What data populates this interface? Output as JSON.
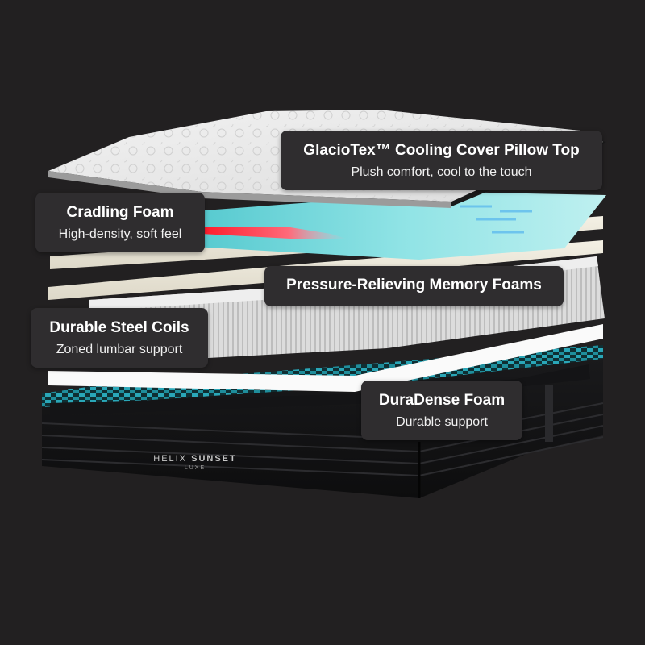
{
  "callouts": [
    {
      "title": "GlacioTex™ Cooling Cover Pillow Top",
      "subtitle": "Plush comfort, cool to the touch"
    },
    {
      "title": "Cradling Foam",
      "subtitle": "High-density, soft feel"
    },
    {
      "title": "Pressure-Relieving Memory Foams"
    },
    {
      "title": "Durable Steel Coils",
      "subtitle": "Zoned lumbar support"
    },
    {
      "title": "DuraDense Foam",
      "subtitle": "Durable support"
    }
  ],
  "brand": {
    "name_light": "HELIX",
    "name_bold": "SUNSET",
    "line": "LUXE"
  },
  "colors": {
    "background": "#222021",
    "callout_bg": "#2f2d2f",
    "cooling_layer": "#7fdadd",
    "base_accent": "#2aa7b8"
  }
}
